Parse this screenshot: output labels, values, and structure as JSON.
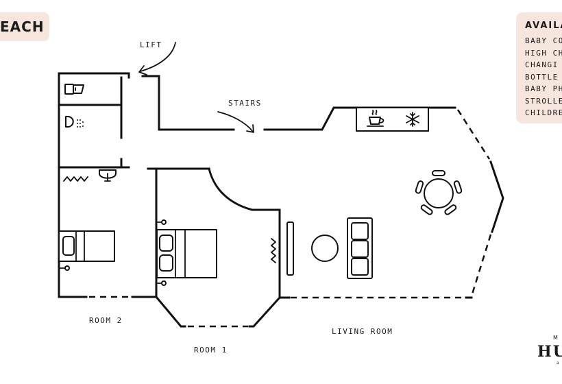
{
  "title": "EACH",
  "availability": {
    "title": "AVAILA",
    "items": [
      "BABY CO",
      "HIGH CH",
      "CHANGI",
      "BOTTLE",
      "BABY PH",
      "STROLLE",
      "CHILDRE"
    ]
  },
  "labels": {
    "lift": "LIFT",
    "stairs": "STAIRS",
    "room2": "ROOM 2",
    "room1": "ROOM 1",
    "living_room": "LIVING ROOM"
  },
  "logo": {
    "top": "M",
    "main": "HU",
    "bottom": "a"
  },
  "icons": [
    "toilet-icon",
    "shower-icon",
    "radiator-icon",
    "sink-icon",
    "bed-icon",
    "lamp-icon",
    "coffee-cup-icon",
    "snowflake-icon",
    "dining-table-icon",
    "sofa-icon",
    "round-table-icon",
    "tv-unit-icon",
    "lift-arrow-icon",
    "stairs-arrow-icon"
  ],
  "colors": {
    "badge_bg": "#f6e6dd",
    "ink": "#111111",
    "background": "#ffffff"
  }
}
